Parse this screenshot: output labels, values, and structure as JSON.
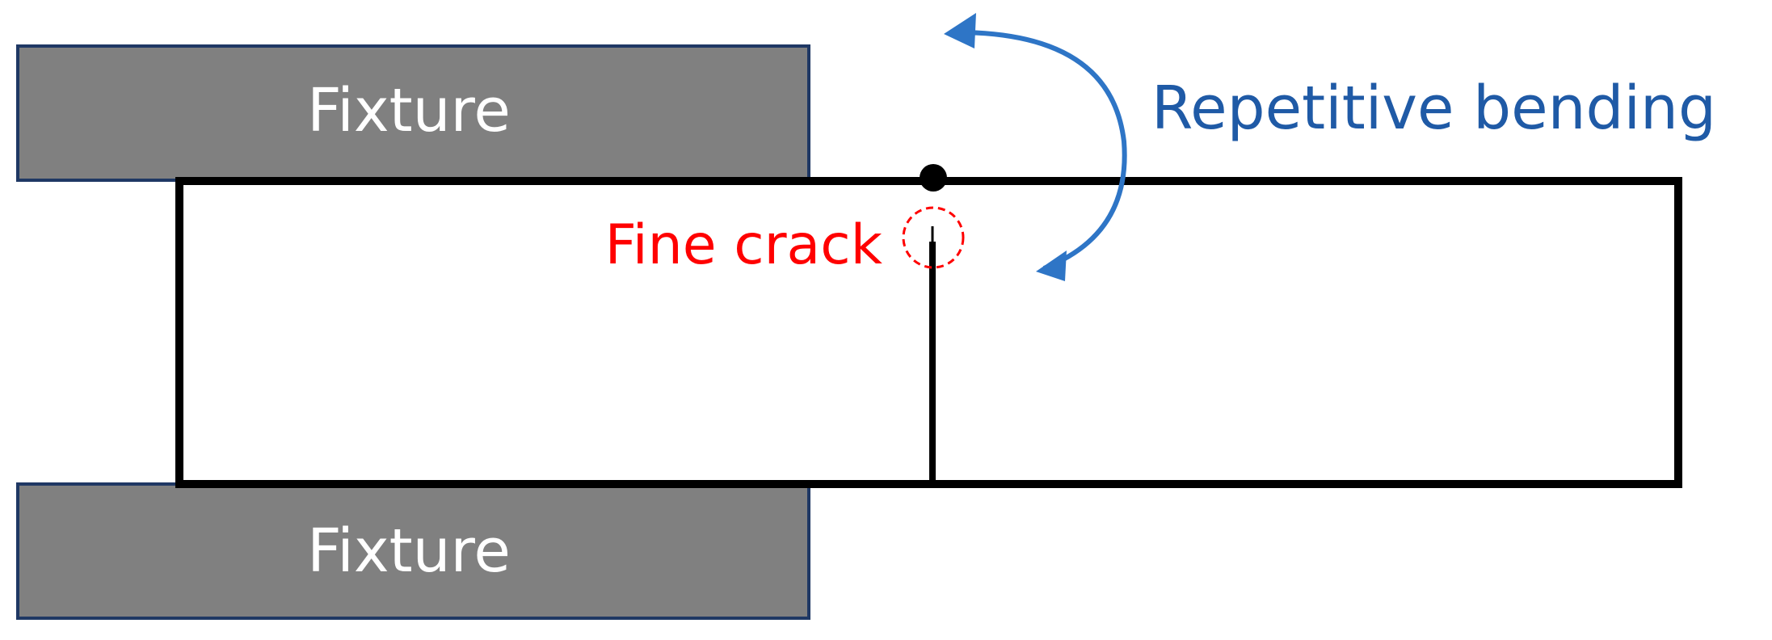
{
  "fixtures": {
    "top_label": "Fixture",
    "bottom_label": "Fixture"
  },
  "annotations": {
    "bending_label": "Repetitive bending",
    "crack_label": "Fine crack"
  },
  "colors": {
    "fixture_fill": "#808080",
    "fixture_border": "#1f3864",
    "specimen_stroke": "#000000",
    "bending_color": "#2e75c6",
    "bending_text_color": "#1f5aa6",
    "crack_color": "#ff0000"
  },
  "icons": {
    "bending_arrow": "curved-double-arrow-icon",
    "load_point": "filled-dot-icon"
  }
}
